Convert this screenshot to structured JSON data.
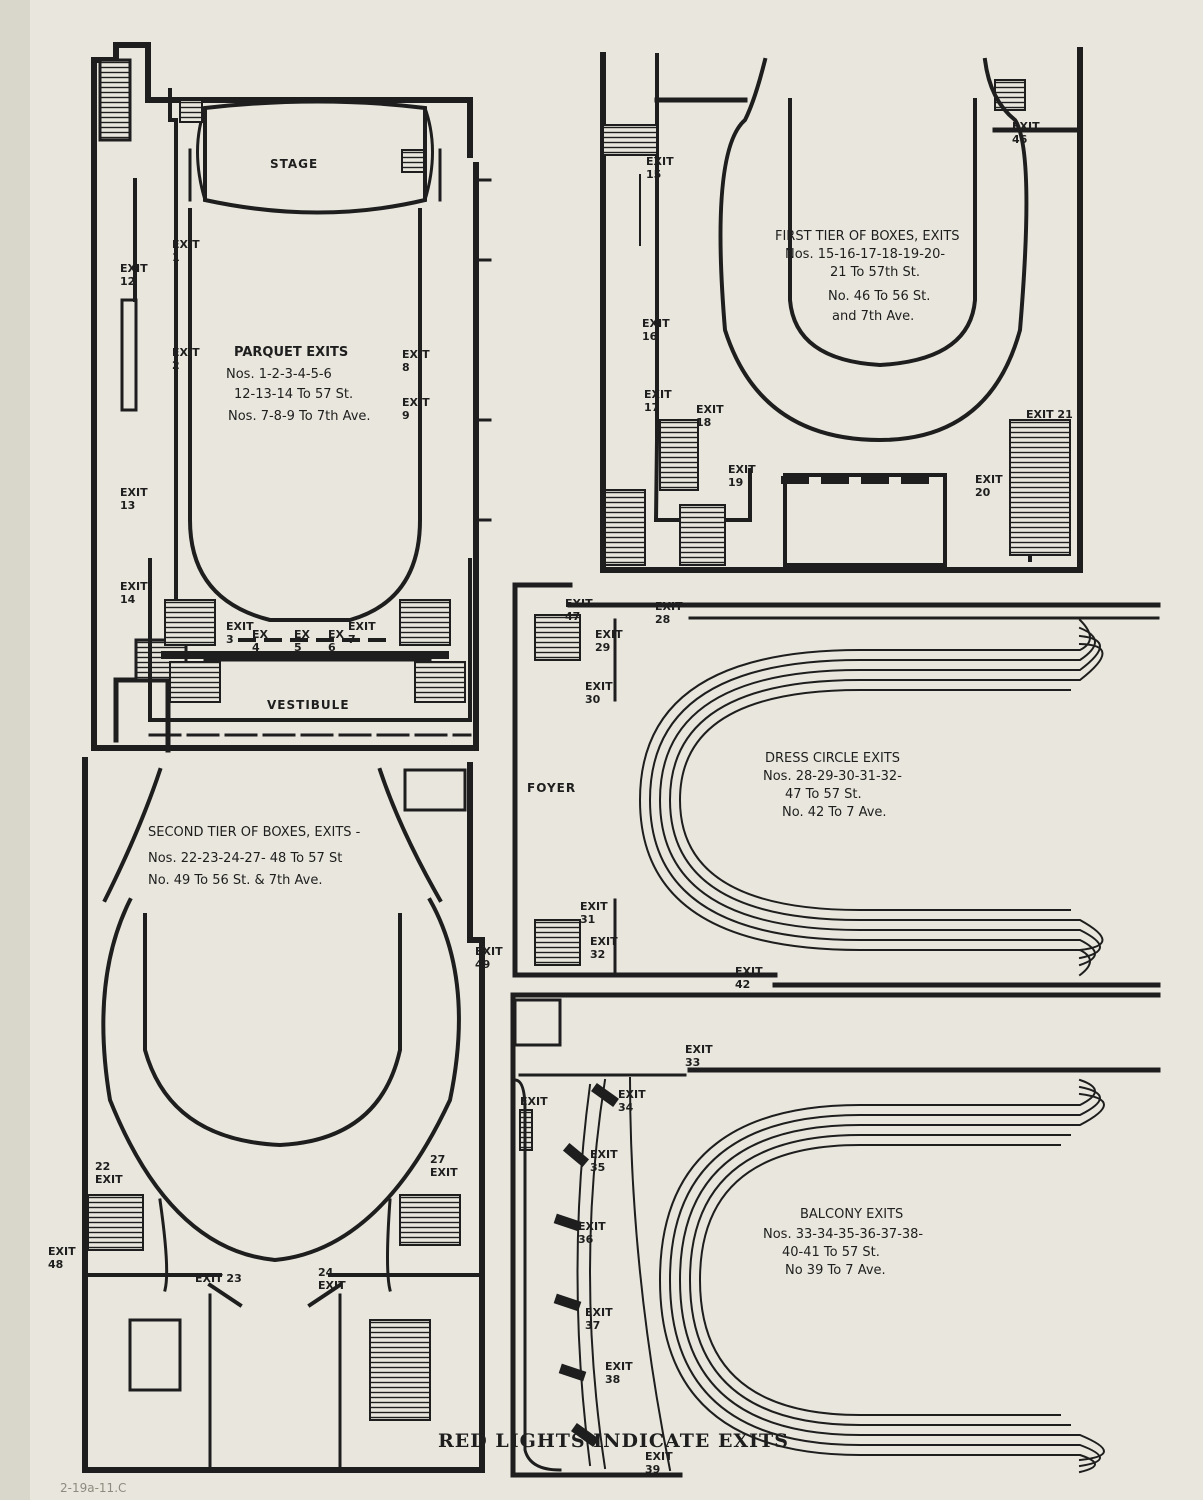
{
  "footer": "RED LIGHTS INDICATE EXITS",
  "archive_note": "2-19a-11.C",
  "parquet": {
    "rooms": [
      "STAGE",
      "VESTIBULE"
    ],
    "title": [
      "PARQUET EXITS",
      "Nos. 1-2-3-4-5-6",
      "12-13-14 To 57 St.",
      "Nos. 7-8-9 To 7th Ave."
    ],
    "exits": [
      [
        "EXIT",
        "1"
      ],
      [
        "EXIT",
        "2"
      ],
      [
        "EXIT",
        "3"
      ],
      [
        "EX",
        "4"
      ],
      [
        "EX",
        "5"
      ],
      [
        "EX",
        "6"
      ],
      [
        "EXIT",
        "7"
      ],
      [
        "EXIT",
        "8"
      ],
      [
        "EXIT",
        "9"
      ],
      [
        "EXIT",
        "12"
      ],
      [
        "EXIT",
        "13"
      ],
      [
        "EXIT",
        "14"
      ]
    ]
  },
  "first_tier": {
    "title": [
      "FIRST TIER OF BOXES, EXITS",
      "Nos. 15-16-17-18-19-20-",
      "21 To 57th St.",
      "No. 46 To 56 St.",
      "and 7th Ave."
    ],
    "exits": [
      [
        "EXIT",
        "15"
      ],
      [
        "EXIT",
        "16"
      ],
      [
        "EXIT",
        "17"
      ],
      [
        "EXIT",
        "18"
      ],
      [
        "EXIT",
        "19"
      ],
      [
        "EXIT",
        "20"
      ],
      [
        "EXIT 21",
        ""
      ],
      [
        "EXIT",
        "46"
      ]
    ]
  },
  "dress_circle": {
    "rooms": [
      "FOYER"
    ],
    "title": [
      "DRESS CIRCLE EXITS",
      "Nos. 28-29-30-31-32-",
      "47 To 57 St.",
      "No. 42 To 7 Ave."
    ],
    "exits": [
      [
        "EXIT",
        "47"
      ],
      [
        "EXIT",
        "28"
      ],
      [
        "EXIT",
        "29"
      ],
      [
        "EXIT",
        "30"
      ],
      [
        "EXIT",
        "31"
      ],
      [
        "EXIT",
        "32"
      ],
      [
        "EXIT",
        "42"
      ]
    ]
  },
  "second_tier": {
    "title": [
      "SECOND TIER OF BOXES, EXITS -",
      "Nos. 22-23-24-27- 48 To 57 St",
      "No. 49 To 56 St. & 7th Ave."
    ],
    "exits": [
      [
        "EXIT",
        "49"
      ],
      [
        "22",
        "EXIT"
      ],
      [
        "27",
        "EXIT"
      ],
      [
        "EXIT",
        "48"
      ],
      [
        "EXIT 23",
        ""
      ],
      [
        "24",
        "EXIT"
      ]
    ]
  },
  "balcony": {
    "title": [
      "BALCONY EXITS",
      "Nos. 33-34-35-36-37-38-",
      "40-41 To 57 St.",
      "No 39 To 7 Ave."
    ],
    "exits": [
      [
        "EXIT",
        "33"
      ],
      [
        "EXIT",
        ""
      ],
      [
        "EXIT",
        "34"
      ],
      [
        "EXIT",
        "35"
      ],
      [
        "EXIT",
        "36"
      ],
      [
        "EXIT",
        "37"
      ],
      [
        "EXIT",
        "38"
      ],
      [
        "EXIT",
        "39"
      ]
    ]
  }
}
